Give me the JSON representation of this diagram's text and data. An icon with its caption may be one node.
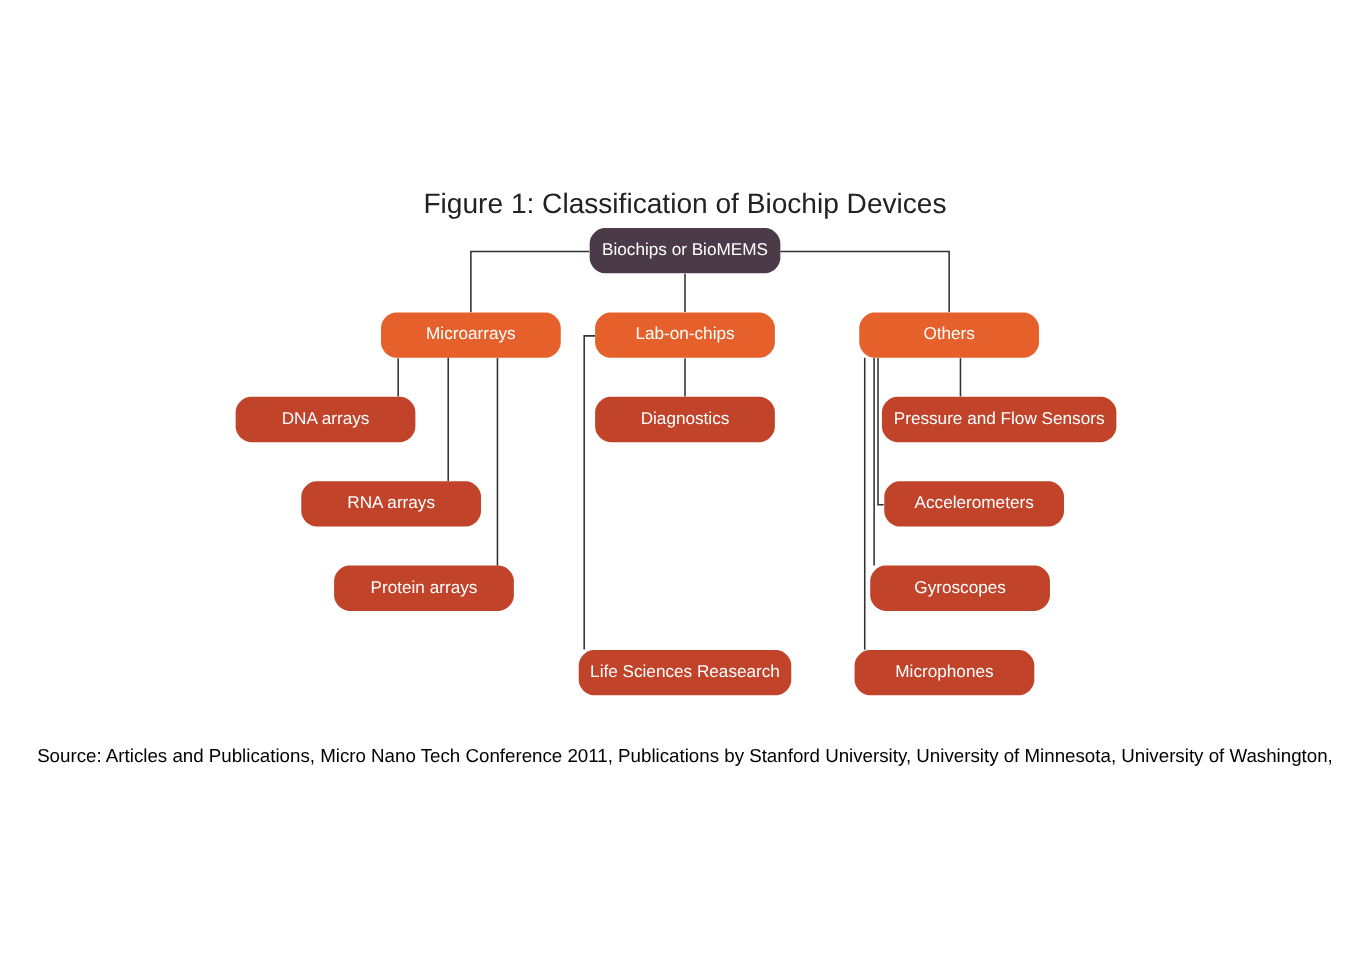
{
  "diagram": {
    "title": "Figure 1: Classification of Biochip Devices",
    "caption": "Source: Articles and Publications, Micro Nano Tech Conference 2011, Publications by Stanford University, University of Minnesota, University of Washington,",
    "nodes": [
      {
        "text": [
          "Biochips or BioMEMS"
        ]
      },
      {
        "text": [
          "Microarrays"
        ]
      },
      {
        "text": [
          "Lab-on-chips"
        ]
      },
      {
        "text": [
          "Others"
        ]
      },
      {
        "text": [
          "DNA arrays"
        ]
      },
      {
        "text": [
          "RNA arrays"
        ]
      },
      {
        "text": [
          "Protein arrays"
        ]
      },
      {
        "text": [
          "Diagnostics"
        ]
      },
      {
        "text": [
          "Life Sciences Reasearch"
        ]
      },
      {
        "text": [
          "Pressure and Flow Sensors"
        ]
      },
      {
        "text": [
          "Accelerometers"
        ]
      },
      {
        "text": [
          "Gyroscopes"
        ]
      },
      {
        "text": [
          "Microphones"
        ]
      }
    ],
    "edges": [
      {
        "from": 0,
        "to": 1,
        "arrow": "none"
      },
      {
        "from": 0,
        "to": 2,
        "arrow": "none"
      },
      {
        "from": 0,
        "to": 3,
        "arrow": "none"
      },
      {
        "from": 1,
        "to": 4,
        "arrow": "none"
      },
      {
        "from": 1,
        "to": 5,
        "arrow": "none"
      },
      {
        "from": 1,
        "to": 6,
        "arrow": "none"
      },
      {
        "from": 2,
        "to": 7,
        "arrow": "none"
      },
      {
        "from": 2,
        "to": 8,
        "arrow": "none"
      },
      {
        "from": 3,
        "to": 9,
        "arrow": "none"
      },
      {
        "from": 3,
        "to": 10,
        "arrow": "none"
      },
      {
        "from": 3,
        "to": 11,
        "arrow": "none"
      },
      {
        "from": 3,
        "to": 12,
        "arrow": "none"
      }
    ]
  }
}
